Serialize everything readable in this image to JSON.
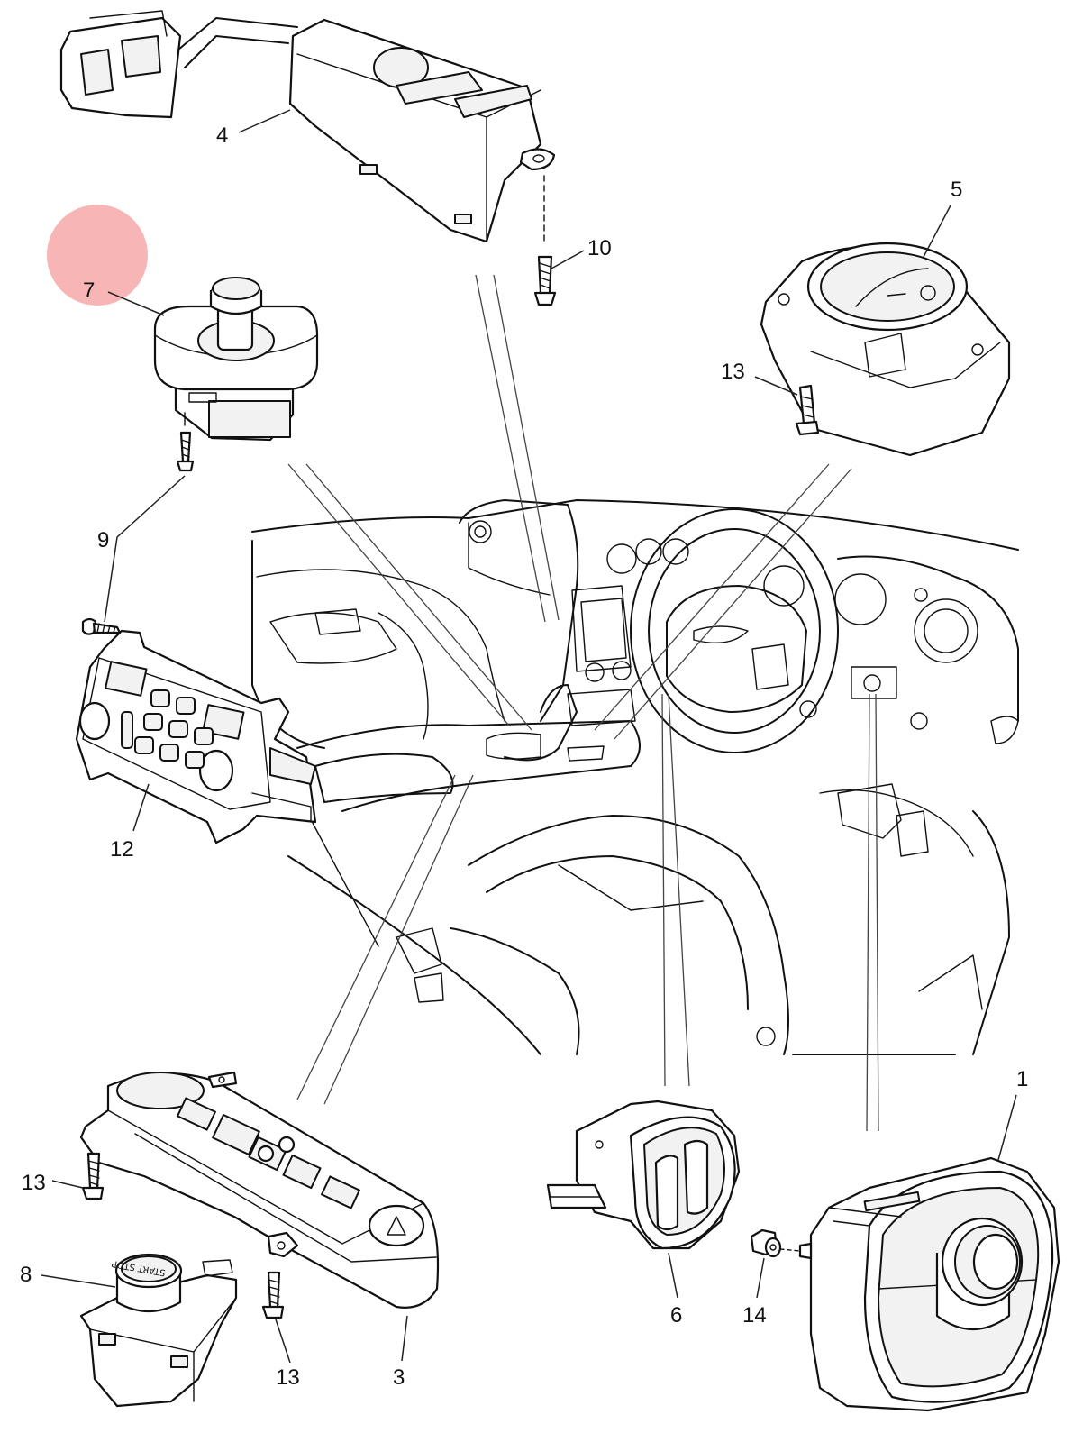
{
  "diagram": {
    "highlight_color": "#f7a8a8",
    "callouts": [
      {
        "id": "c1",
        "label": "1"
      },
      {
        "id": "c3",
        "label": "3"
      },
      {
        "id": "c4",
        "label": "4"
      },
      {
        "id": "c5",
        "label": "5"
      },
      {
        "id": "c6",
        "label": "6"
      },
      {
        "id": "c7",
        "label": "7"
      },
      {
        "id": "c8",
        "label": "8"
      },
      {
        "id": "c9",
        "label": "9"
      },
      {
        "id": "c10",
        "label": "10"
      },
      {
        "id": "c12",
        "label": "12"
      },
      {
        "id": "c13a",
        "label": "13"
      },
      {
        "id": "c13b",
        "label": "13"
      },
      {
        "id": "c13c",
        "label": "13"
      },
      {
        "id": "c14",
        "label": "14"
      }
    ],
    "engraved_text": {
      "start_stop_button": "START STOP"
    }
  }
}
